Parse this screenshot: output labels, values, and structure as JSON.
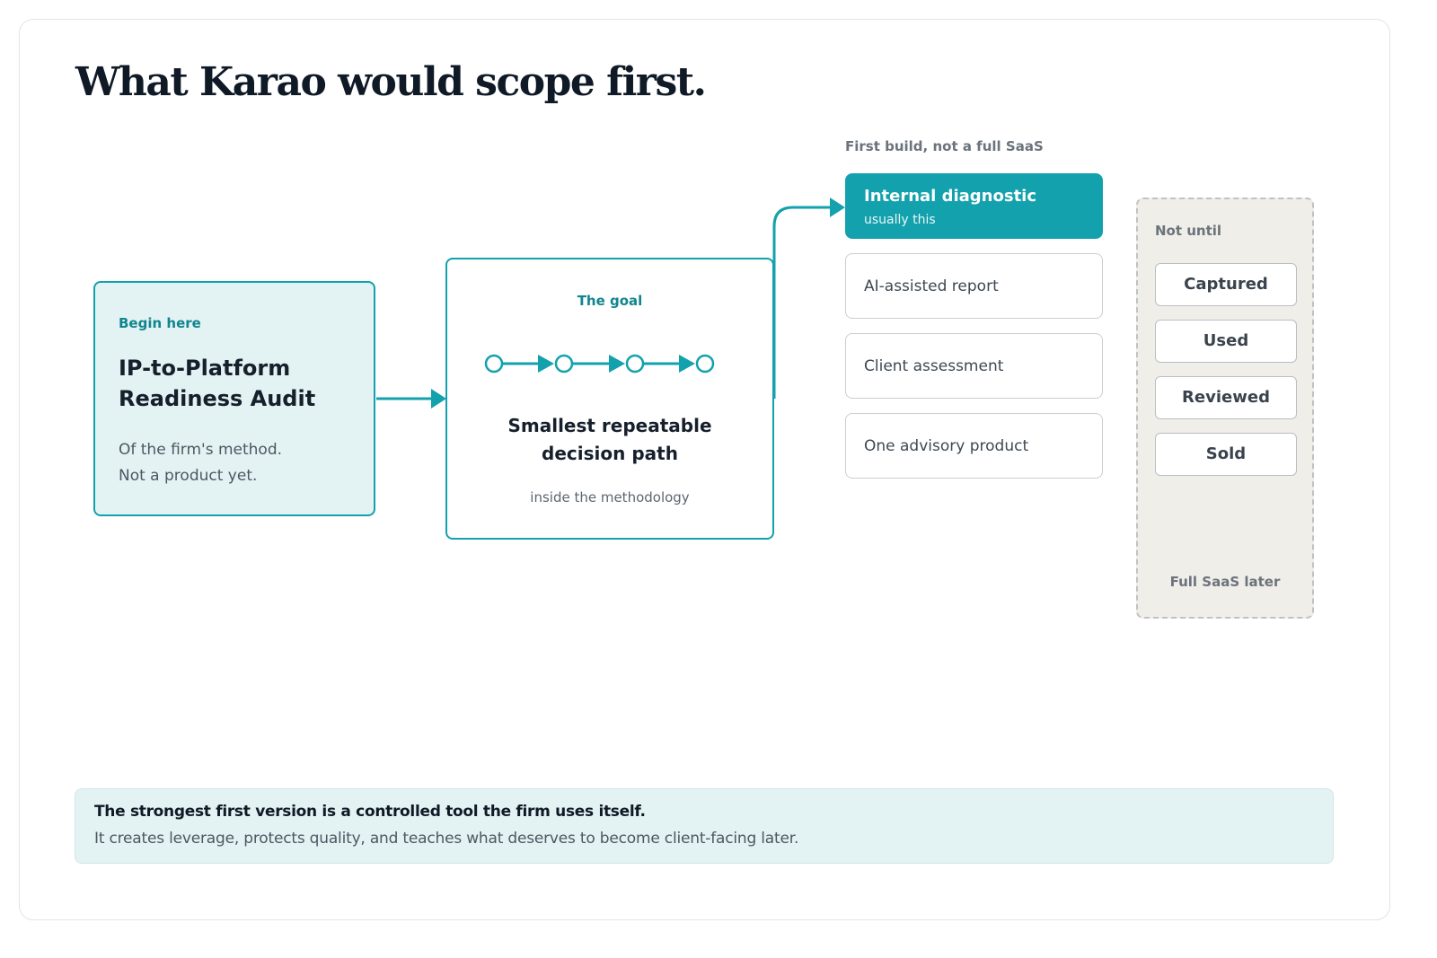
{
  "title": "What Karao would scope first.",
  "start": {
    "tag": "Begin here",
    "title": "IP-to-Platform Readiness Audit",
    "desc_line1": "Of the firm's method.",
    "desc_line2": "Not a product yet."
  },
  "goal": {
    "tag": "The goal",
    "title_line1": "Smallest repeatable",
    "title_line2": "decision path",
    "sub": "inside the methodology"
  },
  "first_build": {
    "caption": "First build, not a full SaaS",
    "primary": {
      "label": "Internal diagnostic",
      "sub": "usually this"
    },
    "options": [
      "AI-assisted report",
      "Client assessment",
      "One advisory product"
    ]
  },
  "later": {
    "caption": "Not until",
    "stages": [
      "Captured",
      "Used",
      "Reviewed",
      "Sold"
    ],
    "footer": "Full SaaS later"
  },
  "note": {
    "strong": "The strongest first version is a controlled tool the firm uses itself.",
    "text": "It creates leverage, protects quality, and teaches what deserves to become client-facing later."
  },
  "colors": {
    "accent": "#13a1ad",
    "accent_dark": "#10858f",
    "accent_tint": "#e3f3f3",
    "later_bg": "#f0eee8"
  }
}
